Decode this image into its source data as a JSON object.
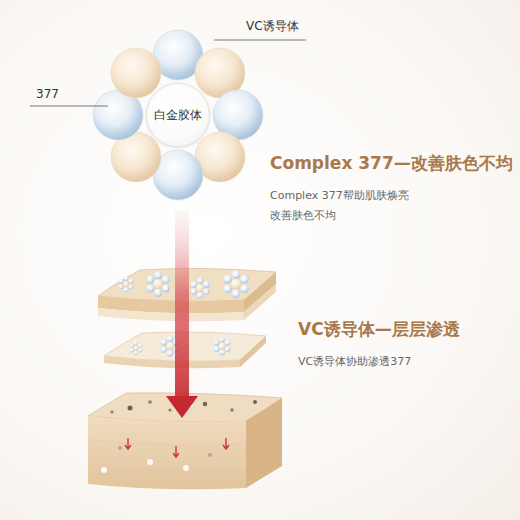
{
  "diagram": {
    "nodes": [
      {
        "text": [
          "白金胶体"
        ]
      }
    ],
    "labels": [
      "VC诱导体",
      "377",
      "Complex 377—改善肤色不均",
      "Complex 377帮助肌肤焕亮 改善肤色不均",
      "VC诱导体—层层渗透",
      "VC诱导体协助渗透377"
    ]
  }
}
